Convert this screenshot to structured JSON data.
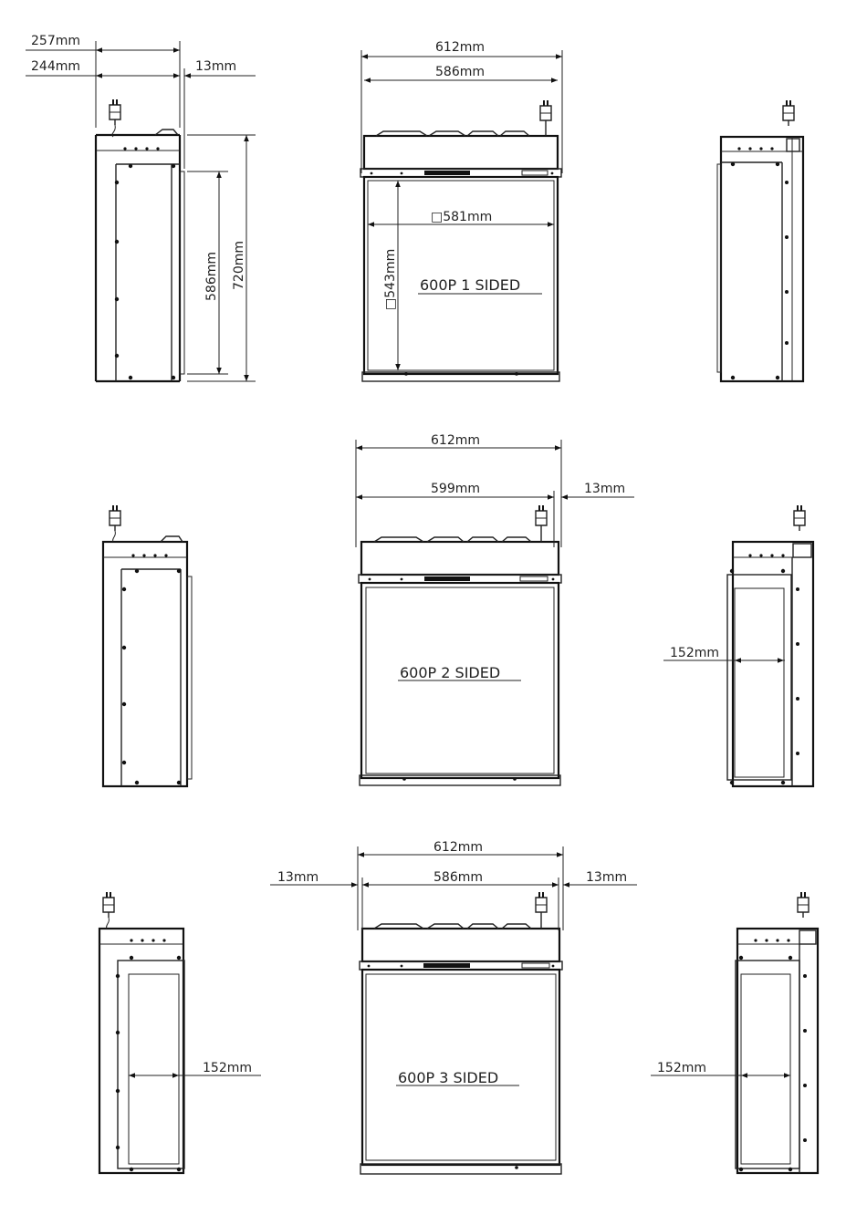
{
  "row1": {
    "side_dims": {
      "d257": "257mm",
      "d244": "244mm",
      "d13": "13mm",
      "d586": "586mm",
      "d720": "720mm"
    },
    "front_dims": {
      "w612": "612mm",
      "w586": "586mm",
      "w581": "□581mm",
      "h543": "□543mm"
    },
    "label": "600P 1 SIDED"
  },
  "row2": {
    "front_dims": {
      "w612": "612mm",
      "w599": "599mm",
      "d13": "13mm"
    },
    "side_dims": {
      "d152": "152mm"
    },
    "label": "600P 2 SIDED"
  },
  "row3": {
    "front_dims": {
      "w612": "612mm",
      "w586": "586mm",
      "d13_left": "13mm",
      "d13_right": "13mm"
    },
    "side_dims": {
      "d152_left": "152mm",
      "d152_right": "152mm"
    },
    "label": "600P 3 SIDED"
  },
  "colors": {
    "line": "#222222",
    "background": "#ffffff"
  }
}
